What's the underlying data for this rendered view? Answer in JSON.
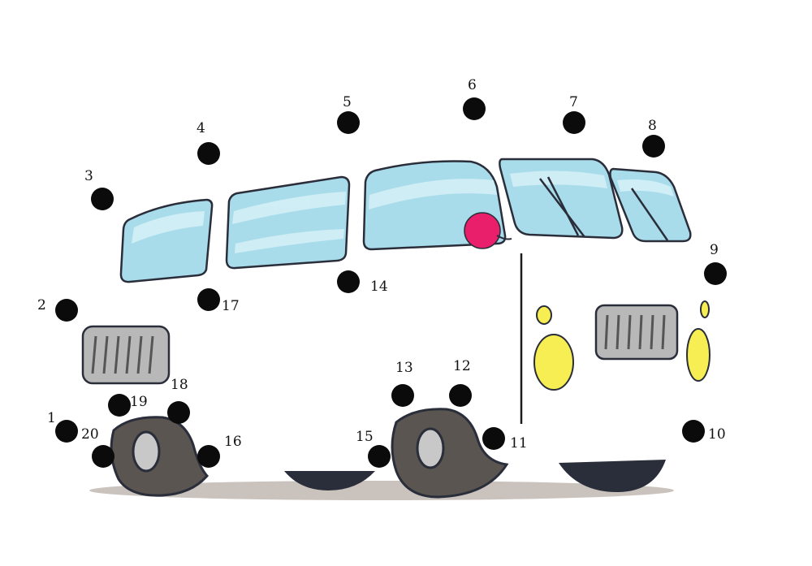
{
  "activity": {
    "dots": [
      {
        "label": "1"
      },
      {
        "label": "2"
      },
      {
        "label": "3"
      },
      {
        "label": "4"
      },
      {
        "label": "5"
      },
      {
        "label": "6"
      },
      {
        "label": "7"
      },
      {
        "label": "8"
      },
      {
        "label": "9"
      },
      {
        "label": "10"
      },
      {
        "label": "11"
      },
      {
        "label": "12"
      },
      {
        "label": "13"
      },
      {
        "label": "14"
      },
      {
        "label": "15"
      },
      {
        "label": "16"
      },
      {
        "label": "17"
      },
      {
        "label": "18"
      },
      {
        "label": "19"
      },
      {
        "label": "20"
      }
    ],
    "colors": {
      "window": "#a9dcea",
      "window_light": "#d6f1f8",
      "outline": "#2a2e3a",
      "tire": "#5a5550",
      "hub": "#c8c8c8",
      "headlight": "#f6ee52",
      "grille": "#b8b8b8",
      "mirror": "#ea1f6c",
      "shadow": "#c9c2bd",
      "dot": "#0b0b0b"
    }
  }
}
